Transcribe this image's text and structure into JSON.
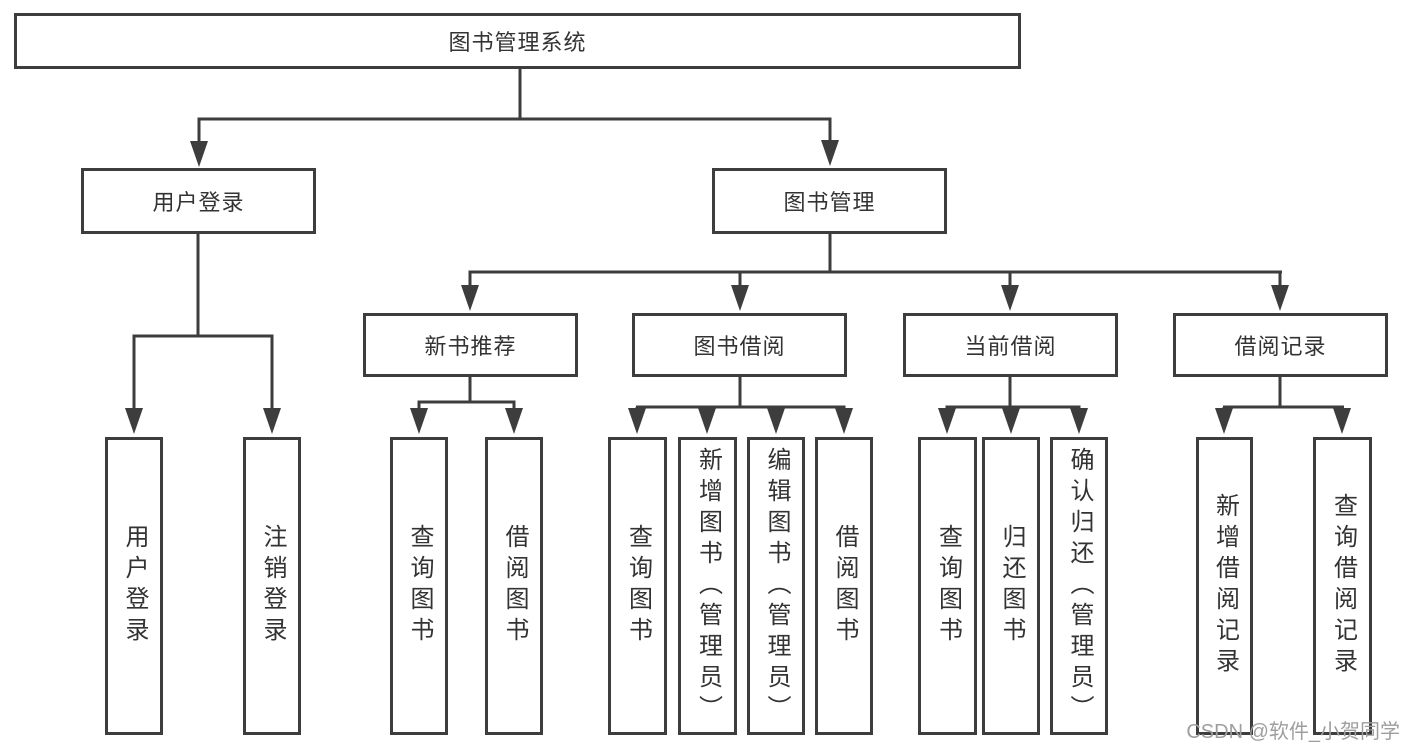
{
  "diagram": {
    "title": "图书管理系统",
    "branches": [
      {
        "label": "用户登录",
        "children": [
          "用户登录",
          "注销登录"
        ]
      },
      {
        "label": "图书管理",
        "sections": [
          {
            "label": "新书推荐",
            "children": [
              "查询图书",
              "借阅图书"
            ]
          },
          {
            "label": "图书借阅",
            "children": [
              "查询图书",
              "新增图书（管理员）",
              "编辑图书（管理员）",
              "借阅图书"
            ]
          },
          {
            "label": "当前借阅",
            "children": [
              "查询图书",
              "归还图书",
              "确认归还（管理员）"
            ]
          },
          {
            "label": "借阅记录",
            "children": [
              "新增借阅记录",
              "查询借阅记录"
            ]
          }
        ]
      }
    ]
  },
  "watermark": {
    "text": "CSDN @软件_小贺同学"
  },
  "colors": {
    "line": "#3d3d3d",
    "text": "#333333",
    "watermark": "#9e9e9e",
    "background": "#ffffff"
  }
}
